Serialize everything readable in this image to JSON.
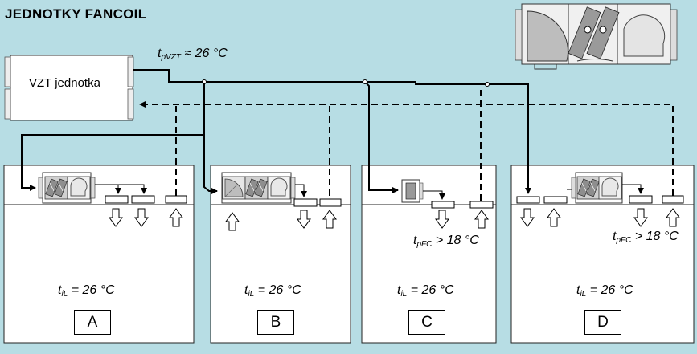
{
  "title": "JEDNOTKY FANCOIL",
  "vzt_unit": {
    "label": "VZT jednotka"
  },
  "supply_temp": {
    "symbol": "t",
    "sub": "pVZT",
    "rel": "≈ 26 °C"
  },
  "rooms": [
    {
      "name": "A",
      "temp": {
        "symbol": "t",
        "sub": "iL",
        "rel": "= 26 °C"
      }
    },
    {
      "name": "B",
      "temp": {
        "symbol": "t",
        "sub": "iL",
        "rel": "= 26 °C"
      }
    },
    {
      "name": "C",
      "temp": {
        "symbol": "t",
        "sub": "iL",
        "rel": "= 26 °C"
      },
      "supply_temp": {
        "symbol": "t",
        "sub": "pFC",
        "rel": "> 18 °C"
      }
    },
    {
      "name": "D",
      "temp": {
        "symbol": "t",
        "sub": "iL",
        "rel": "= 26 °C"
      },
      "supply_temp": {
        "symbol": "t",
        "sub": "pFC",
        "rel": "> 18 °C"
      }
    }
  ],
  "colors": {
    "background": "#b7dde4",
    "box": "#ffffff",
    "line": "#000000",
    "unit_grey": "#c8c8c8"
  },
  "icons": [
    "fan-icon",
    "filter-icon",
    "heat-exchanger-icon",
    "air-diffuser-icon",
    "arrow-down-icon",
    "arrow-up-icon"
  ]
}
